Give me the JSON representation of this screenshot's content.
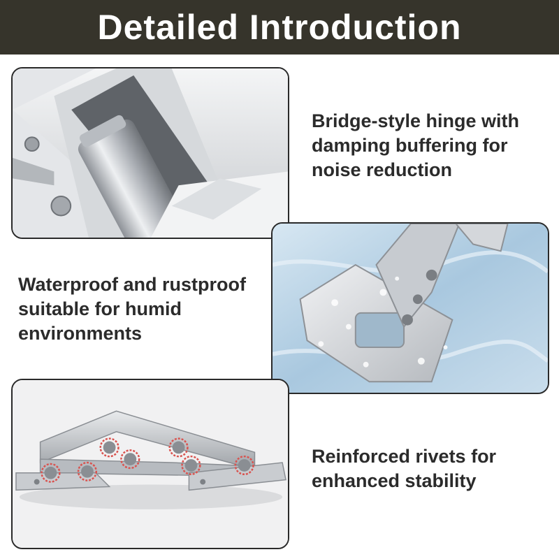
{
  "header": {
    "title": "Detailed Introduction"
  },
  "features": [
    {
      "caption": "Bridge-style hinge with\ndamping buffering for\nnoise reduction"
    },
    {
      "caption": "Waterproof and rustproof\nsuitable for humid\nenvironments"
    },
    {
      "caption": "Reinforced rivets for\nenhanced stability"
    }
  ],
  "colors": {
    "banner_background": "#36342b",
    "banner_text": "#ffffff",
    "caption_text": "#2b2b2b",
    "panel_border": "#2a2a2a",
    "rivet_highlight": "#d9534f"
  }
}
